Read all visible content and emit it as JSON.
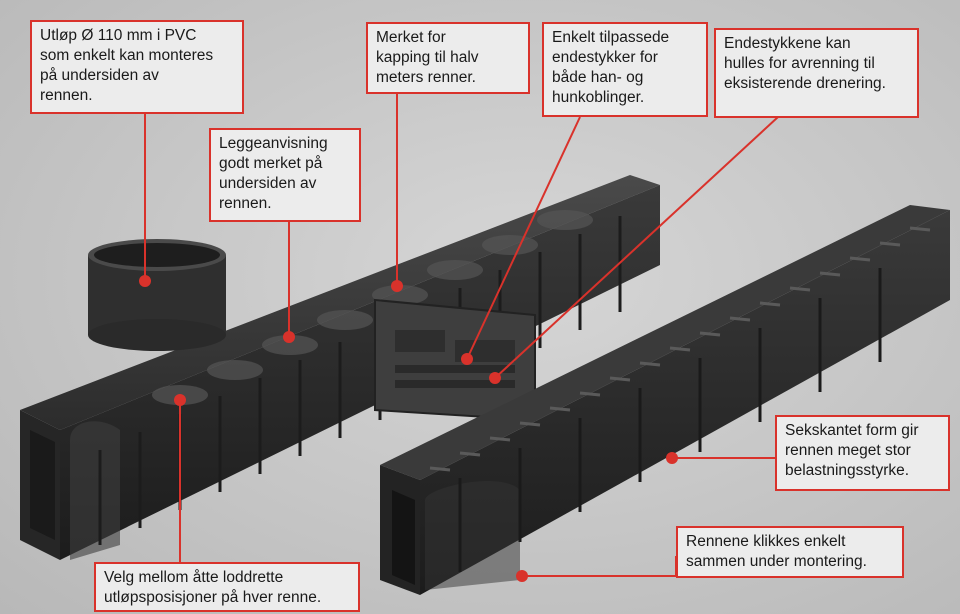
{
  "colors": {
    "accent": "#d9322b",
    "box_fill": "#ececec",
    "channel_dark": "#2a2a2a",
    "background": "#c4c4c4"
  },
  "callouts": {
    "outlet": "Utløp Ø 110 mm i PVC\nsom enkelt kan monteres\npå undersiden av\nrennen.",
    "laying": "Leggeanvisning\ngodt merket på\nundersiden av\nrennen.",
    "cutting": "Merket for\nkapping til halv\nmeters renner.",
    "endcaps_fit": "Enkelt tilpassede\nendestykker for\nbåde han- og\nhunkoblinger.",
    "endcaps_drain": "Endestykkene kan\nhulles for avrenning til\neksisterende drenering.",
    "hexagonal": "Sekskantet form gir\nrennen meget stor\nbelastningsstyrke.",
    "click": "Rennene klikkes enkelt\nsammen under montering.",
    "outlet_positions": "Velg mellom åtte loddrette\nutløpsposisjoner på hver renne."
  }
}
